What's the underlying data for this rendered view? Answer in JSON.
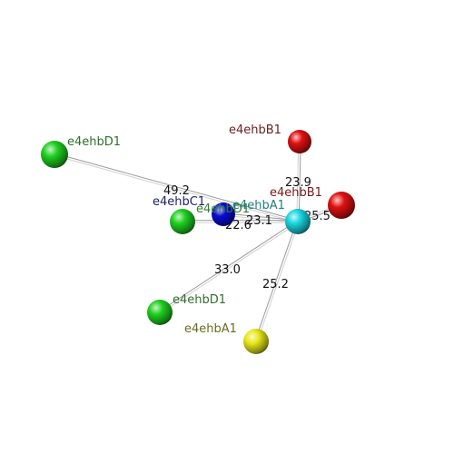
{
  "scene": {
    "background": "#ffffff",
    "bond_color": "#b8b8b8",
    "atoms": [
      {
        "id": "d1_far",
        "label": "e4ehbD1",
        "color": "#1fd01f",
        "label_color": "#2f6f2f"
      },
      {
        "id": "b1_top",
        "label": "e4ehbB1",
        "color": "#e01010",
        "label_color": "#6b2020"
      },
      {
        "id": "b1_right",
        "label": "e4ehbB1",
        "color": "#e01010",
        "label_color": "#7a1818"
      },
      {
        "id": "c1",
        "label": "e4ehbC1",
        "color": "#0a0ad8",
        "label_color": "#20206b"
      },
      {
        "id": "d1_mid",
        "label": "e4ehbD1",
        "color": "#1fd01f",
        "label_color": "#2f7f2f"
      },
      {
        "id": "a1_center",
        "label": "e4ehbA1",
        "color": "#19d6e0",
        "label_color": "#1f7f7f"
      },
      {
        "id": "d1_low",
        "label": "e4ehbD1",
        "color": "#1fd01f",
        "label_color": "#2f6f2f"
      },
      {
        "id": "a1_low",
        "label": "e4ehbA1",
        "color": "#e8e81a",
        "label_color": "#6b6b20"
      }
    ],
    "distances": [
      {
        "from": "a1_center",
        "to": "d1_far",
        "value": "49.2"
      },
      {
        "from": "a1_center",
        "to": "b1_top",
        "value": "23.9"
      },
      {
        "from": "a1_center",
        "to": "b1_right",
        "value": "25.5"
      },
      {
        "from": "a1_center",
        "to": "c1",
        "value": "23.1"
      },
      {
        "from": "a1_center",
        "to": "d1_mid",
        "value": "22.6"
      },
      {
        "from": "a1_center",
        "to": "d1_low",
        "value": "33.0"
      },
      {
        "from": "a1_center",
        "to": "a1_low",
        "value": "25.2"
      }
    ]
  }
}
